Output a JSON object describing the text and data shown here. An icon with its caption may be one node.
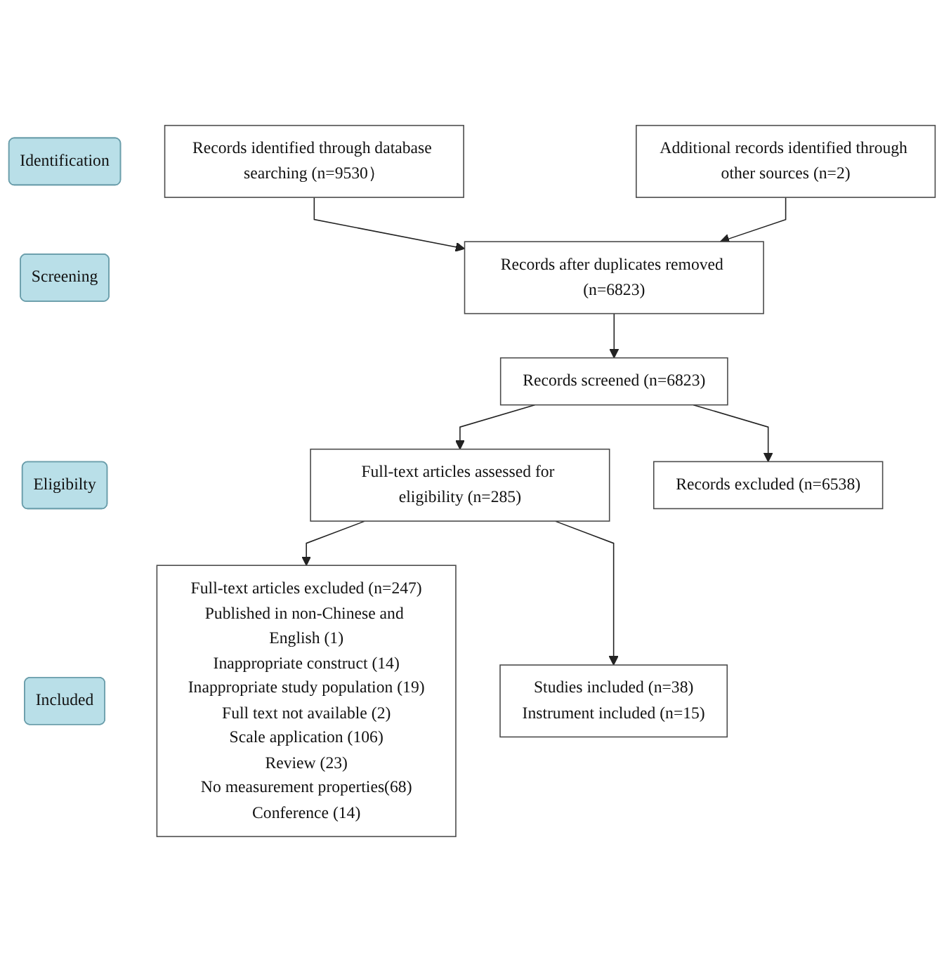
{
  "diagram": {
    "nodes": [
      {
        "text": [
          "Records identified through database searching (n=9530）"
        ]
      },
      {
        "text": [
          "Identification"
        ]
      },
      {
        "text": [
          "Additional records identified through other sources (n=2)"
        ]
      },
      {
        "text": [
          "Records after duplicates removed (n=6823)"
        ]
      },
      {
        "text": [
          "Screening"
        ]
      },
      {
        "text": [
          "Records screened (n=6823)"
        ]
      },
      {
        "text": [
          "Records excluded (n=6538)"
        ]
      },
      {
        "text": [
          "Eligibilty"
        ]
      },
      {
        "text": [
          "Full-text articles assessed for eligibility (n=285)"
        ]
      },
      {
        "text": [
          "Full-text articles excluded (n=247)",
          "Published in non-Chinese and English (1)",
          "Inappropriate construct (14)",
          "Inappropriate study population (19)",
          "Full text not available (2)",
          "Scale application (106)",
          "Review (23)",
          "No measurement properties(68)",
          "Conference (14)"
        ]
      },
      {
        "text": [
          "Included"
        ]
      },
      {
        "text": [
          "Studies included (n=38)",
          "Instrument included (n=15)"
        ]
      }
    ],
    "edges": [
      {
        "from": 0,
        "to": 3,
        "arrow": "to"
      },
      {
        "from": 2,
        "to": 3,
        "arrow": "to"
      },
      {
        "from": 3,
        "to": 5,
        "arrow": "to"
      },
      {
        "from": 5,
        "to": 6,
        "arrow": "to"
      },
      {
        "from": 5,
        "to": 8,
        "arrow": "to"
      },
      {
        "from": 8,
        "to": 9,
        "arrow": "to"
      },
      {
        "from": 8,
        "to": 11,
        "arrow": "to"
      }
    ]
  }
}
